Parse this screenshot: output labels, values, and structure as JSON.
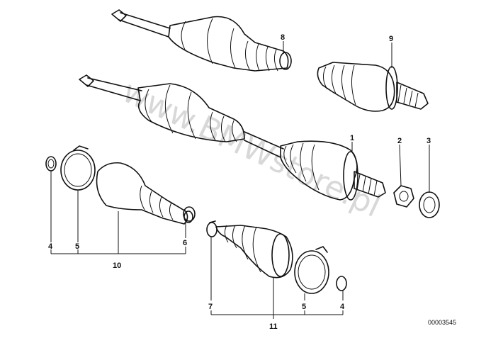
{
  "watermark": "www.BMWstore.pl",
  "reference_number": "00003545",
  "callouts": {
    "c1": "1",
    "c2": "2",
    "c3": "3",
    "c4a": "4",
    "c5a": "5",
    "c6": "6",
    "c7": "7",
    "c8": "8",
    "c9": "9",
    "c10": "10",
    "c11": "11",
    "c5b": "5",
    "c4b": "4"
  }
}
